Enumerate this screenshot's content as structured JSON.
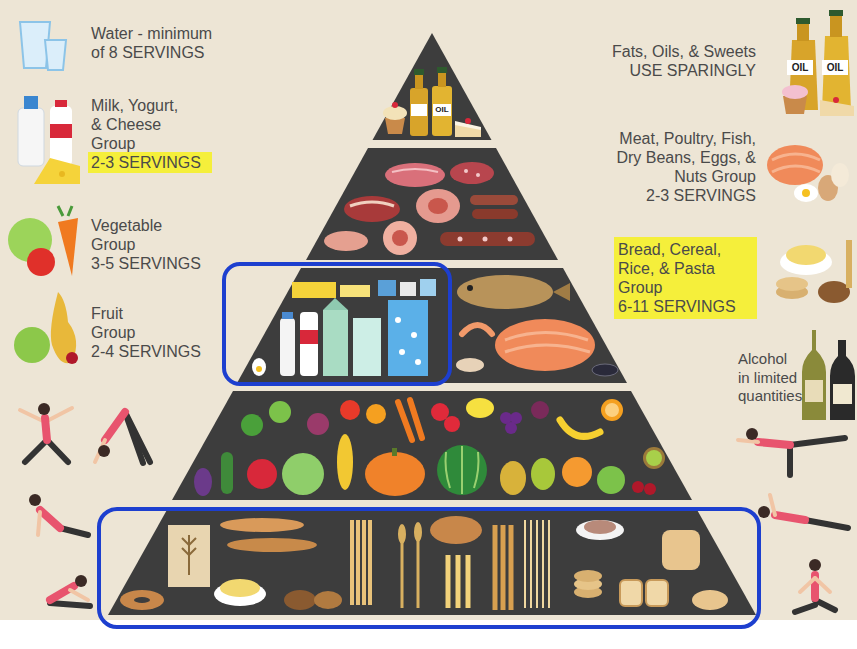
{
  "diagram": {
    "labels": [
      "Water - minimum of 8 SERVINGS",
      "Milk, Yogurt, & Cheese Group",
      "2-3 SERVINGS",
      "Vegetable Group",
      "3-5 SERVINGS",
      "Fruit Group",
      "2-4 SERVINGS",
      "Fats, Oils, & Sweets",
      "USE SPARINGLY",
      "Meat, Poultry, Fish, Dry Beans, Eggs, & Nuts Group",
      "2-3 SERVINGS",
      "Bread, Cereal, Rice, & Pasta Group",
      "6-11 SERVINGS",
      "Alcohol in limited quantities",
      "OIL",
      "OIL",
      "OIL"
    ]
  }
}
